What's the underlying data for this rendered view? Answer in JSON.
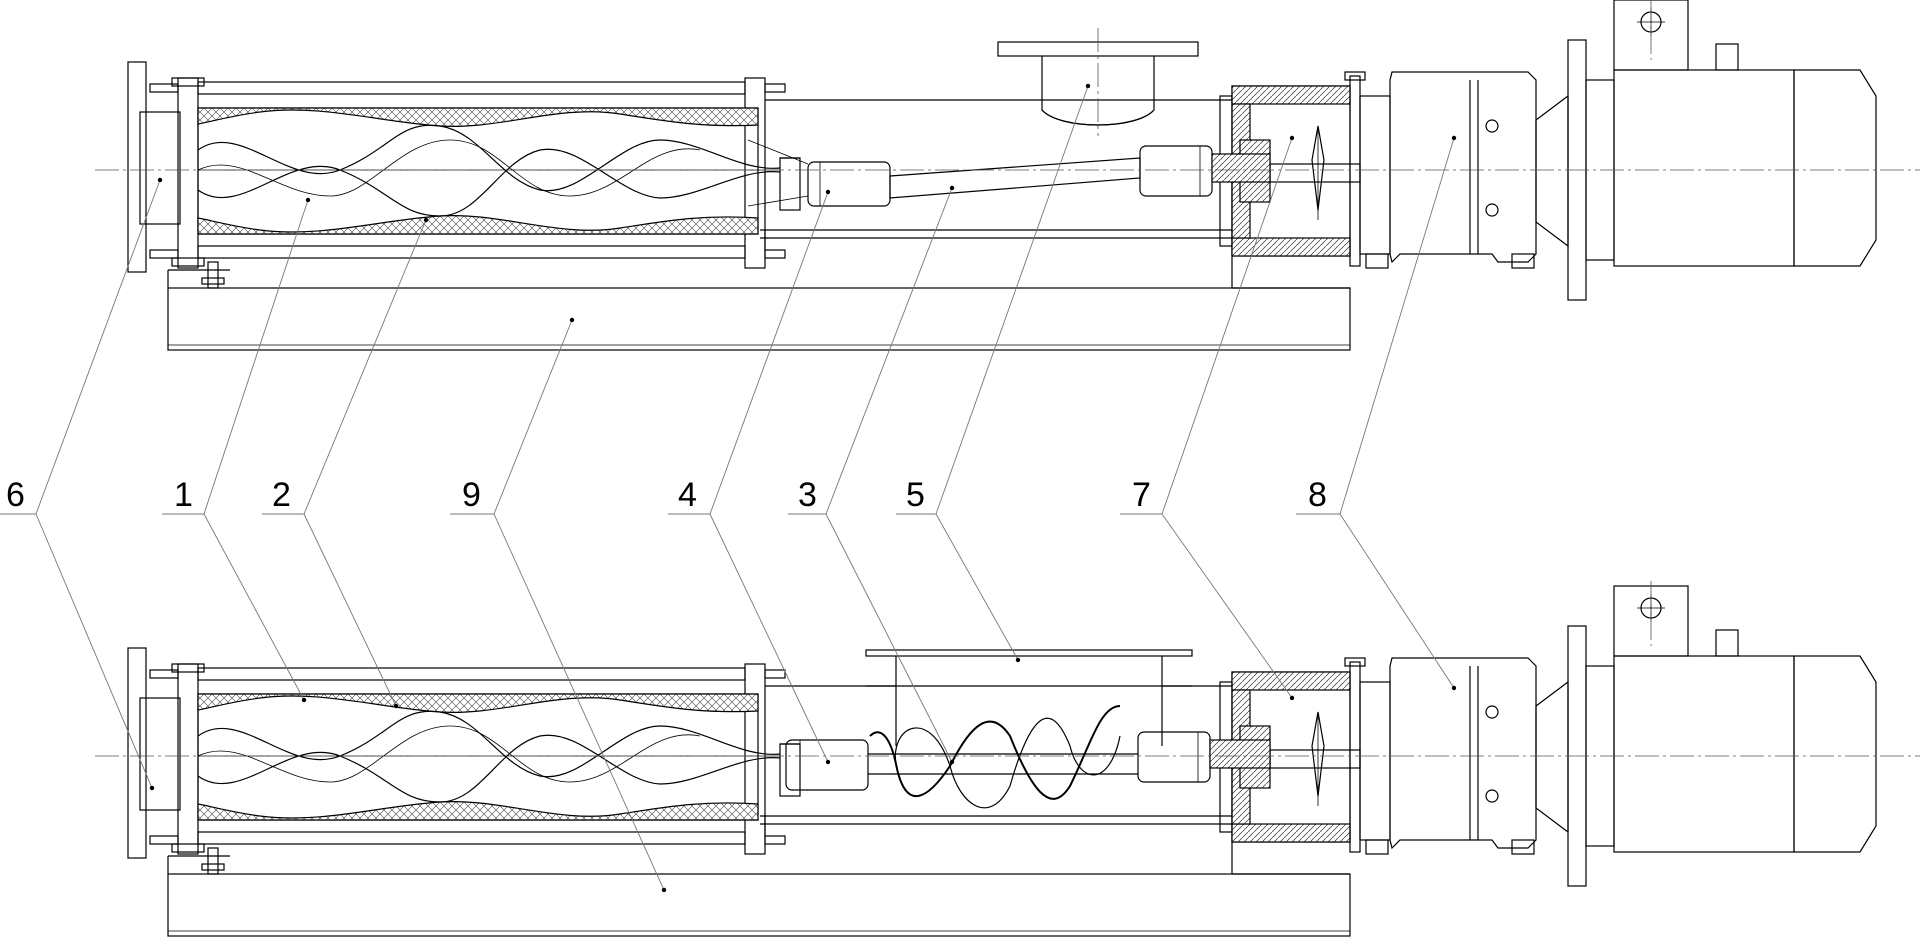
{
  "labels": [
    "6",
    "1",
    "2",
    "9",
    "4",
    "3",
    "5",
    "7",
    "8"
  ]
}
